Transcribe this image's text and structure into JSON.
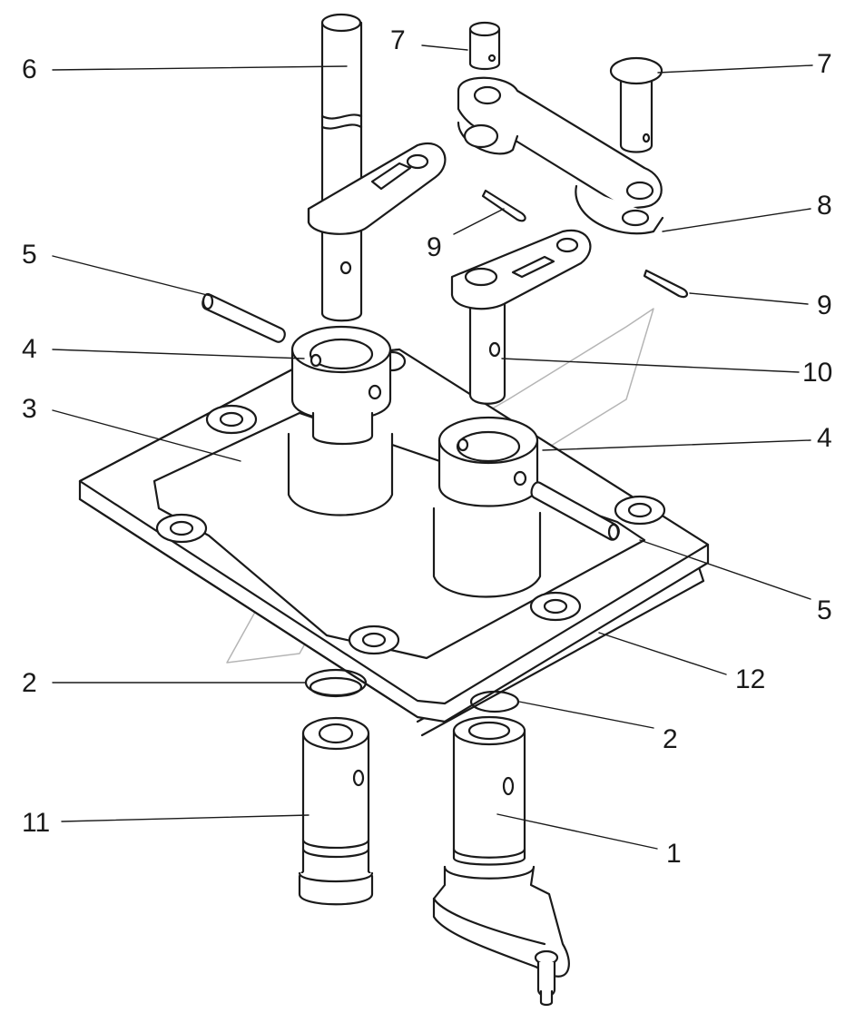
{
  "callouts": [
    {
      "id": "6",
      "label": "6"
    },
    {
      "id": "7a",
      "label": "7"
    },
    {
      "id": "7b",
      "label": "7"
    },
    {
      "id": "8",
      "label": "8"
    },
    {
      "id": "9a",
      "label": "9"
    },
    {
      "id": "9b",
      "label": "9"
    },
    {
      "id": "5a",
      "label": "5"
    },
    {
      "id": "4a",
      "label": "4"
    },
    {
      "id": "10",
      "label": "10"
    },
    {
      "id": "3",
      "label": "3"
    },
    {
      "id": "4b",
      "label": "4"
    },
    {
      "id": "5b",
      "label": "5"
    },
    {
      "id": "12",
      "label": "12"
    },
    {
      "id": "2a",
      "label": "2"
    },
    {
      "id": "2b",
      "label": "2"
    },
    {
      "id": "11",
      "label": "11"
    },
    {
      "id": "1",
      "label": "1"
    }
  ],
  "colors": {
    "line": "#1a1a1a",
    "fill": "#ffffff",
    "watermark": "#b5b5b5"
  }
}
